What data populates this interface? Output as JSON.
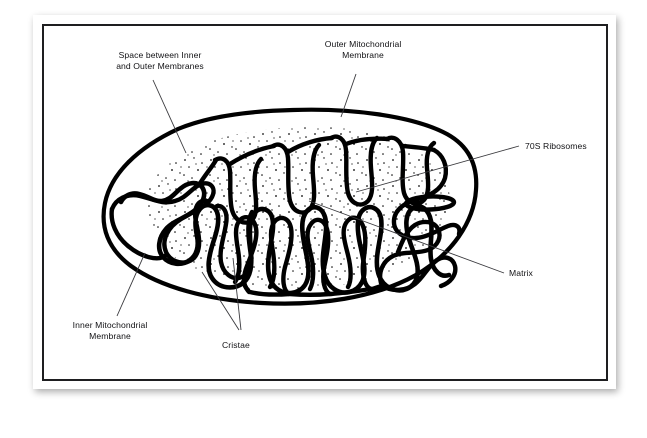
{
  "diagram": {
    "title": "Mitochondrion cross-section diagram",
    "frame": {
      "mat_color": "#ffffff",
      "keyline_color": "#1e1e20",
      "background_color": "#ffffff"
    },
    "drawing": {
      "stroke_color": "#000000",
      "fill_color": "#ffffff",
      "stipple_color": "#000000",
      "leader_color": "#3a3a3e"
    },
    "labels": [
      {
        "id": "space-between-membranes",
        "lines": [
          "Space between Inner",
          "and Outer Membranes"
        ],
        "line1": "Space between Inner",
        "line2": "and Outer Membranes",
        "align": "center"
      },
      {
        "id": "outer-mitochondrial-membrane",
        "lines": [
          "Outer Mitochondrial",
          "Membrane"
        ],
        "line1": "Outer Mitochondrial",
        "line2": "Membrane",
        "align": "center"
      },
      {
        "id": "ribosomes",
        "lines": [
          "70S Ribosomes"
        ],
        "line1": "70S Ribosomes",
        "align": "left"
      },
      {
        "id": "matrix",
        "lines": [
          "Matrix"
        ],
        "line1": "Matrix",
        "align": "left"
      },
      {
        "id": "inner-mitochondrial-membrane",
        "lines": [
          "Inner Mitochondrial",
          "Membrane"
        ],
        "line1": "Inner Mitochondrial",
        "line2": "Membrane",
        "align": "center"
      },
      {
        "id": "cristae",
        "lines": [
          "Cristae"
        ],
        "line1": "Cristae",
        "align": "left"
      }
    ]
  }
}
